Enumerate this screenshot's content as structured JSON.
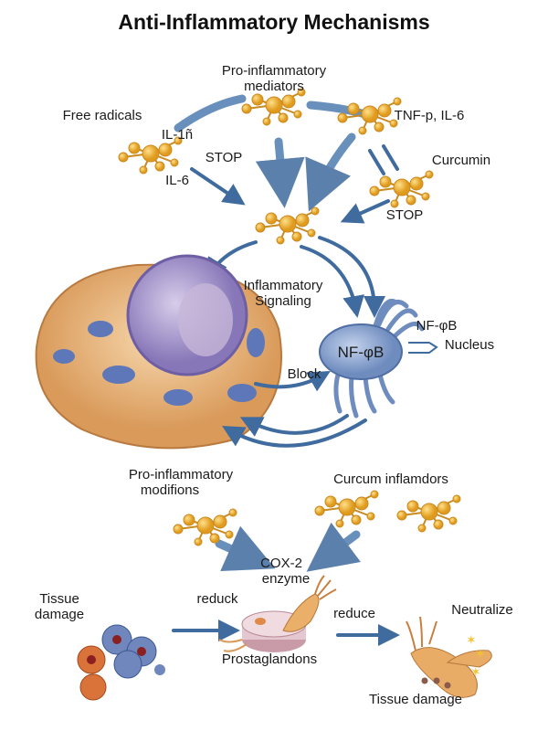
{
  "title": "Anti-Inflammatory Mechanisms",
  "colors": {
    "molecule": "#f0b030",
    "arrow": "#3f6b9e",
    "cell": "#e9b983",
    "nucleus": "#9a8ac4",
    "nfkb": "#8aa2cc"
  },
  "top": {
    "pro_inflammatory_1": "Pro-inflammatory",
    "pro_inflammatory_2": "mediators",
    "free_radicals": "Free radicals",
    "il1": "IL-1ñ",
    "stop_left": "STOP",
    "il6": "IL-6",
    "tnf": "TNF-p, IL-6",
    "curcumin": "Curcumin",
    "stop_right": "STOP"
  },
  "middle": {
    "signaling_1": "Inflammatory",
    "signaling_2": "Signaling",
    "nfkb_inner": "NF-φB",
    "nfkb_outer": "NF-φB",
    "nucleus": "Nucleus",
    "block": "Block"
  },
  "bottom": {
    "modifions_1": "Pro-inflammatory",
    "modifions_2": "modifions",
    "curcum_inflamdors": "Curcum inflamdors",
    "cox2_1": "COX-2",
    "cox2_2": "enzyme",
    "tissue_damage_left_1": "Tissue",
    "tissue_damage_left_2": "damage",
    "reduck": "reduck",
    "reduce": "reduce",
    "neutralize": "Neutralize",
    "prostaglandons": "Prostaglandons",
    "tissue_damage_right": "Tissue damage"
  }
}
